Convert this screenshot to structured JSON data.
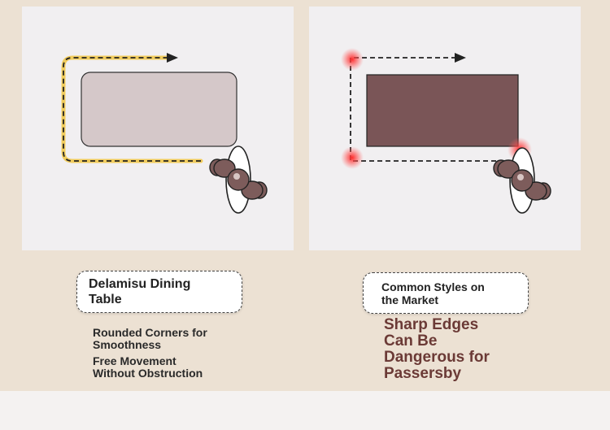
{
  "left": {
    "label_lines": [
      "Delamisu Dining",
      "Table"
    ],
    "desc_1_lines": [
      "Rounded Corners for",
      "Smoothness"
    ],
    "desc_2_lines": [
      "Free Movement",
      "Without Obstruction"
    ]
  },
  "right": {
    "label_lines": [
      "Common Styles on",
      "the Market"
    ],
    "desc_lines": [
      "Sharp Edges",
      "Can Be",
      "Dangerous for",
      "Passersby"
    ]
  },
  "colors": {
    "background": "#ece1d3",
    "panel": "#f1eff1",
    "rounded_table": "#d5c8c9",
    "sharp_table": "#7a5557",
    "person": "#7d5c5b",
    "danger_glow": "#ff3a3a",
    "path_highlight": "#f2c94c",
    "danger_text": "#6b3a36"
  }
}
